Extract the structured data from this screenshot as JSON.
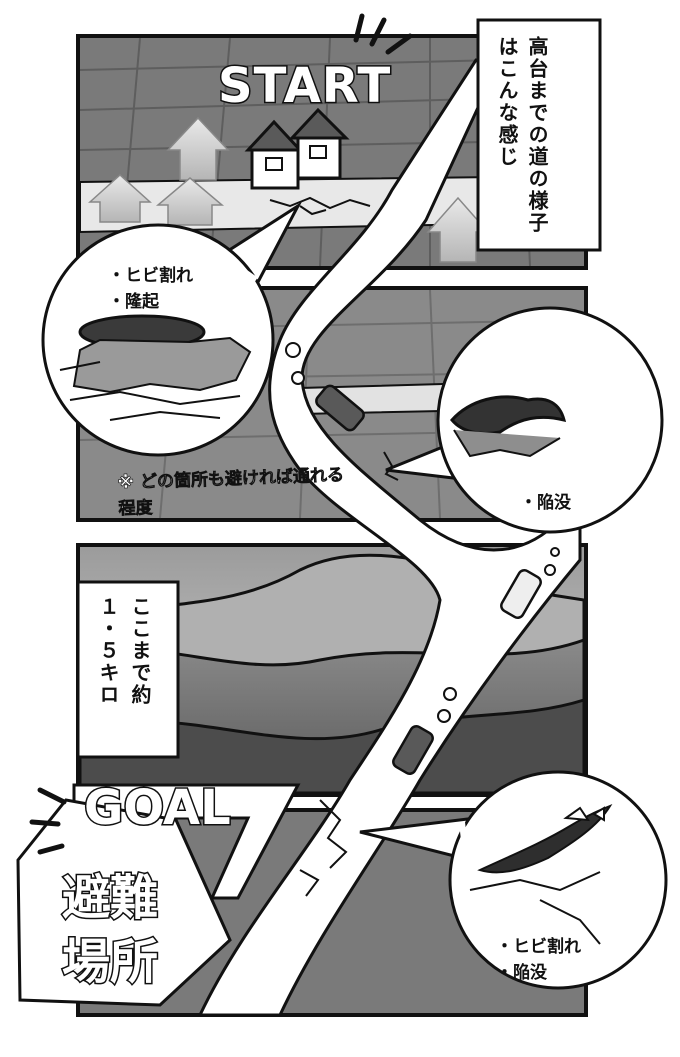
{
  "start_label": "START",
  "goal_label": "GOAL",
  "goal_kanji_line1": "避難",
  "goal_kanji_line2": "場所",
  "caption_top": "高台までの道の様子はこんな感じ",
  "caption_distance": "ここまで約１・５キロ",
  "note_avoid": "※ どの箇所も避ければ通れる程度",
  "bubble1": {
    "line1": "・ヒビ割れ",
    "line2": "・隆起"
  },
  "bubble2": {
    "line1": "・陥没"
  },
  "bubble3": {
    "line1": "・ヒビ割れ",
    "line2": "・陥没"
  },
  "colors": {
    "ink": "#111111",
    "panel_dark": "#6e6e6e",
    "panel_mid": "#8c8c8c",
    "road": "#ffffff",
    "mountain_dark": "#4c4c4c"
  }
}
